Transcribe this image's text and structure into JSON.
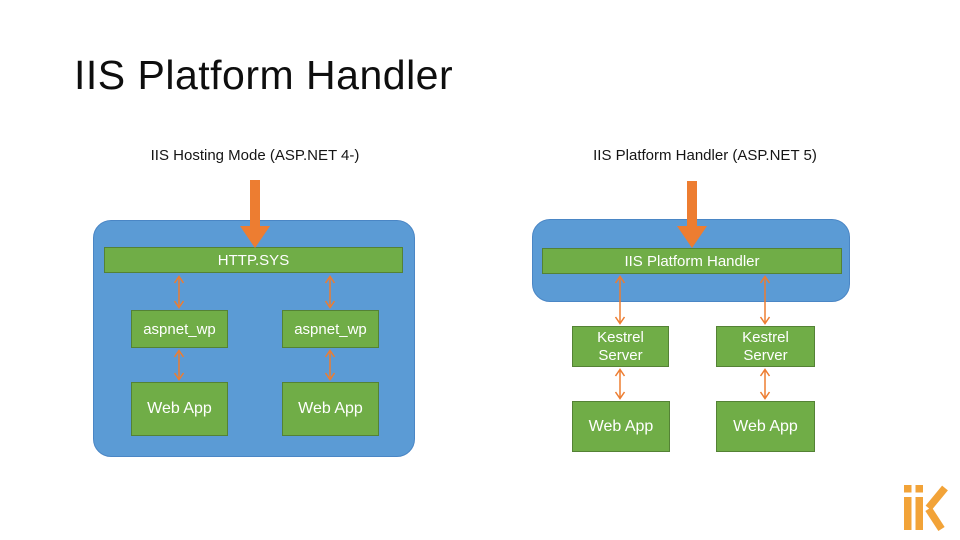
{
  "slide": {
    "title": "IIS Platform Handler"
  },
  "colors": {
    "background": "#FFFFFF",
    "blue_fill": "#5B9BD5",
    "blue_border": "#4A86C5",
    "green_fill": "#70AD47",
    "green_border": "#548235",
    "arrow_orange": "#ED7D31",
    "logo_orange": "#F2A338",
    "title_color": "#0E0E0E",
    "heading_color": "#151515",
    "box_text_color": "#FFFFFF"
  },
  "left_diagram": {
    "heading": "IIS Hosting Mode (ASP.NET 4-)",
    "container_label": "HTTP.SYS",
    "process_boxes": [
      "aspnet_wp",
      "aspnet_wp"
    ],
    "app_boxes": [
      "Web App",
      "Web App"
    ]
  },
  "right_diagram": {
    "heading": "IIS Platform Handler (ASP.NET 5)",
    "container_label": "IIS Platform Handler",
    "server_boxes": [
      {
        "line1": "Kestrel",
        "line2": "Server"
      },
      {
        "line1": "Kestrel",
        "line2": "Server"
      }
    ],
    "app_boxes": [
      "Web App",
      "Web App"
    ]
  }
}
